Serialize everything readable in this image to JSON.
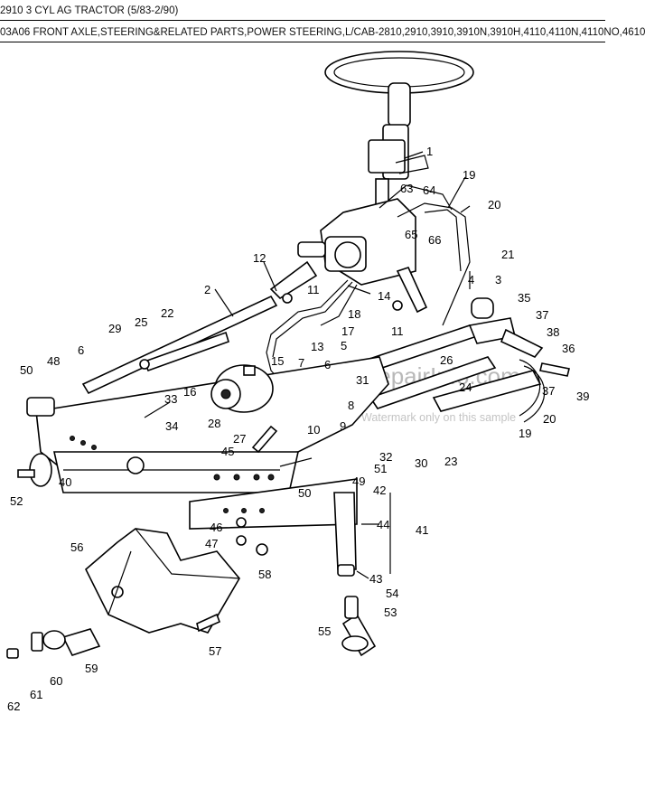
{
  "header": {
    "model": "2910 3 CYL AG TRACTOR (5/83-2/90)",
    "section": "03A06 FRONT AXLE,STEERING&RELATED PARTS,POWER STEERING,L/CAB-2810,2910,3910,3910N,3910H,4110,4110N,4110NO,4610"
  },
  "watermark": {
    "main": "eRepairInfo.com",
    "sub": "Watermark only on this sample"
  },
  "callouts": [
    "1",
    "2",
    "3",
    "4",
    "5",
    "6",
    "6",
    "7",
    "8",
    "9",
    "10",
    "11",
    "11",
    "12",
    "13",
    "14",
    "15",
    "16",
    "17",
    "18",
    "19",
    "19",
    "20",
    "20",
    "21",
    "22",
    "23",
    "24",
    "25",
    "26",
    "27",
    "28",
    "29",
    "30",
    "31",
    "32",
    "33",
    "34",
    "35",
    "36",
    "37",
    "37",
    "38",
    "39",
    "40",
    "41",
    "42",
    "43",
    "44",
    "45",
    "46",
    "47",
    "48",
    "49",
    "50",
    "50",
    "51",
    "52",
    "53",
    "54",
    "55",
    "56",
    "57",
    "58",
    "59",
    "60",
    "61",
    "62",
    "63",
    "64",
    "65",
    "66"
  ]
}
